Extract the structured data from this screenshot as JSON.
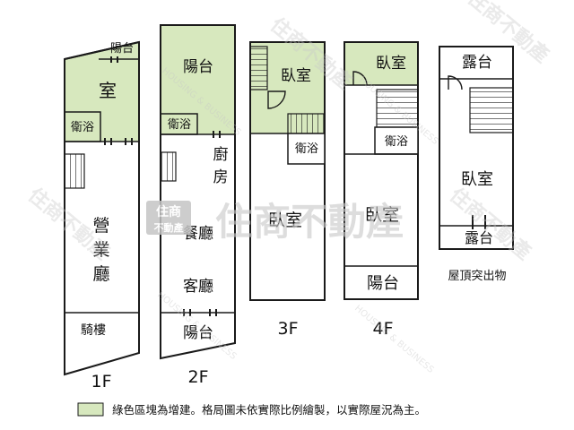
{
  "colors": {
    "addition_fill": "#d7e8be",
    "wall": "#1a1a1a",
    "watermark": "#c9c9c9"
  },
  "floors": {
    "f1": {
      "label": "1F",
      "rooms": {
        "balcony": "陽台",
        "room": "室",
        "bath": "衛浴",
        "hall_1": "營",
        "hall_2": "業",
        "hall_3": "廳",
        "arcade": "騎樓"
      }
    },
    "f2": {
      "label": "2F",
      "rooms": {
        "balcony_top": "陽台",
        "bath": "衛浴",
        "kitchen_1": "廚",
        "kitchen_2": "房",
        "dining": "餐廳",
        "living": "客廳",
        "balcony_bottom": "陽台"
      }
    },
    "f3": {
      "label": "3F",
      "rooms": {
        "bedroom_top": "臥室",
        "bath": "衛浴",
        "bedroom_main": "臥室"
      }
    },
    "f4": {
      "label": "4F",
      "rooms": {
        "bedroom_top": "臥室",
        "bath": "衛浴",
        "bedroom_main": "臥室",
        "balcony": "陽台"
      }
    },
    "roof": {
      "label": "屋頂突出物",
      "rooms": {
        "terrace_top": "露台",
        "bedroom": "臥室",
        "terrace_bottom": "露台"
      }
    }
  },
  "legend": {
    "text": "綠色區塊為增建。格局圖未依實際比例繪製，以實際屋況為主。"
  },
  "watermark": {
    "main": "住商不動產",
    "logo_top": "住商",
    "logo_bottom": "不動產",
    "english": "HOUSING & BUSINESS"
  }
}
